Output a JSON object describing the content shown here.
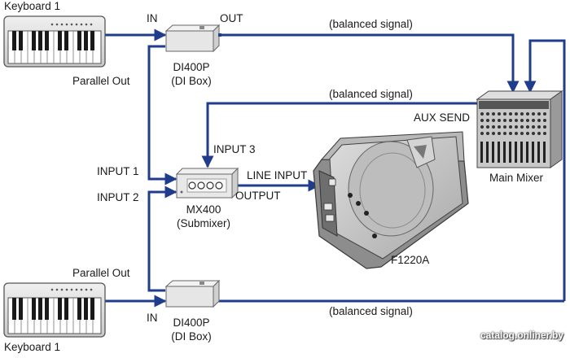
{
  "colors": {
    "cable": "#1f3d8c",
    "device_body": "#e4e4e4",
    "device_edge": "#6a6a6a",
    "speaker_dark": "#5a5a5a",
    "speaker_face": "#c8c8c8"
  },
  "keyboard_top": {
    "label": "Keyboard 1",
    "parallel_out": "Parallel Out"
  },
  "keyboard_bottom": {
    "label": "Keyboard 1",
    "parallel_out": "Parallel Out"
  },
  "di_top": {
    "in_label": "IN",
    "out_label": "OUT",
    "name": "DI400P",
    "subtitle": "(DI Box)"
  },
  "di_bottom": {
    "in_label": "IN",
    "name": "DI400P",
    "subtitle": "(DI Box)"
  },
  "submixer": {
    "input1": "INPUT 1",
    "input2": "INPUT 2",
    "input3": "INPUT 3",
    "output": "OUTPUT",
    "name": "MX400",
    "subtitle": "(Submixer)"
  },
  "monitor": {
    "line_input": "LINE INPUT",
    "name": "F1220A"
  },
  "main_mixer": {
    "aux_send": "AUX SEND",
    "name": "Main Mixer"
  },
  "signals": {
    "top": "(balanced signal)",
    "middle": "(balanced signal)",
    "bottom": "(balanced signal)"
  },
  "watermark": "catalog.onliner.by"
}
